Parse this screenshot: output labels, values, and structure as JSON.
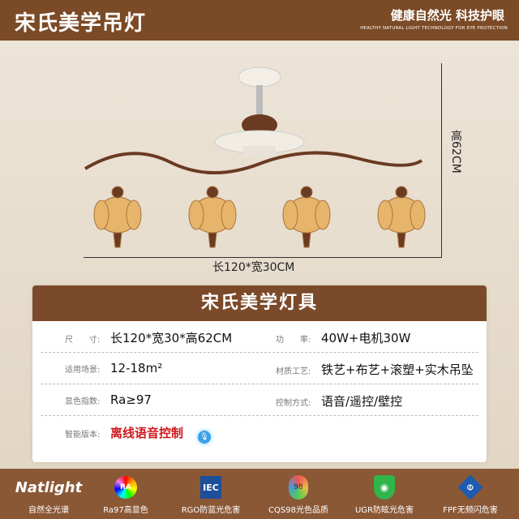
{
  "header": {
    "title": "宋氏美学吊灯",
    "slogan": "健康自然光 科技护眼",
    "slogan_en": "HEALTHY NATURAL LIGHT TECHNOLOGY FOR EYE PROTECTION"
  },
  "dimensions": {
    "height_label": "高62CM",
    "width_label": "长120*宽30CM"
  },
  "card": {
    "title": "宋氏美学灯具",
    "specs": [
      {
        "key": "尺　　寸:",
        "value": "长120*宽30*高62CM"
      },
      {
        "key": "功　　率:",
        "value": "40W+电机30W"
      },
      {
        "key": "适用场景:",
        "value": "12-18m²"
      },
      {
        "key": "材质工艺:",
        "value": "铁艺+布艺+滚塑+实木吊坠"
      },
      {
        "key": "显色指数:",
        "value": "Ra≥97"
      },
      {
        "key": "控制方式:",
        "value": "语音/遥控/壁控"
      },
      {
        "key": "智能版本:",
        "value": "离线语音控制"
      }
    ]
  },
  "features": [
    {
      "icon": "natlight-logo",
      "badge": "Natlight",
      "label": "自然全光谱"
    },
    {
      "icon": "ra-icon",
      "badge": "RA",
      "label": "Ra97高显色"
    },
    {
      "icon": "iec-icon",
      "badge": "IEC",
      "label": "RGO防蓝光危害"
    },
    {
      "icon": "cqs-icon",
      "badge": "98",
      "label": "CQS98光色品质"
    },
    {
      "icon": "eye-shield-icon",
      "label": "UGR防眩光危害"
    },
    {
      "icon": "fpf-icon",
      "label": "FPF无频闪危害"
    }
  ],
  "colors": {
    "brand_brown": "#7b4a26",
    "accent_red": "#d0161c"
  }
}
